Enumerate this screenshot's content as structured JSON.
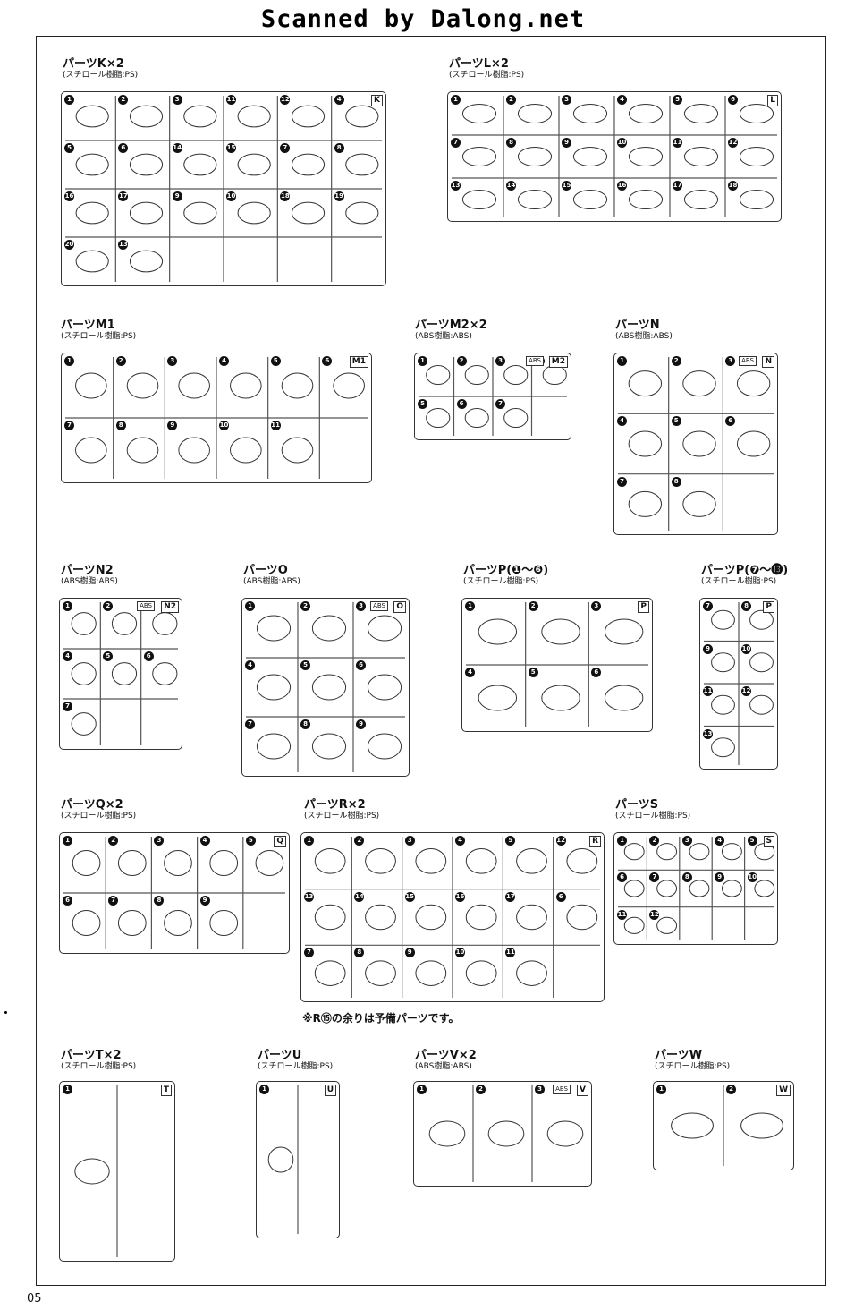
{
  "watermark": "Scanned by Dalong.net",
  "page_number": "05",
  "note": "※R⑮の余りは予備パーツです。",
  "sprues": [
    {
      "id": "K",
      "title": "パーツK×2",
      "material": "(スチロール樹脂:PS)",
      "letter": "K",
      "abs": "",
      "nums": [
        "1",
        "2",
        "3",
        "11",
        "12",
        "4",
        "5",
        "6",
        "14",
        "15",
        "7",
        "8",
        "16",
        "17",
        "9",
        "10",
        "18",
        "19",
        "20",
        "13"
      ]
    },
    {
      "id": "L",
      "title": "パーツL×2",
      "material": "(スチロール樹脂:PS)",
      "letter": "L",
      "abs": "",
      "nums": [
        "1",
        "2",
        "3",
        "4",
        "5",
        "6",
        "7",
        "8",
        "9",
        "10",
        "11",
        "12",
        "13",
        "14",
        "15",
        "16",
        "17",
        "18"
      ]
    },
    {
      "id": "M1",
      "title": "パーツM1",
      "material": "(スチロール樹脂:PS)",
      "letter": "M1",
      "abs": "",
      "nums": [
        "1",
        "2",
        "3",
        "4",
        "5",
        "6",
        "7",
        "8",
        "9",
        "10",
        "11"
      ]
    },
    {
      "id": "M2",
      "title": "パーツM2×2",
      "material": "(ABS樹脂:ABS)",
      "letter": "M2",
      "abs": "ABS",
      "nums": [
        "1",
        "2",
        "3",
        "4",
        "5",
        "6",
        "7"
      ]
    },
    {
      "id": "N",
      "title": "パーツN",
      "material": "(ABS樹脂:ABS)",
      "letter": "N",
      "abs": "ABS",
      "nums": [
        "1",
        "2",
        "3",
        "4",
        "5",
        "6",
        "7",
        "8"
      ]
    },
    {
      "id": "N2",
      "title": "パーツN2",
      "material": "(ABS樹脂:ABS)",
      "letter": "N2",
      "abs": "ABS",
      "nums": [
        "1",
        "2",
        "3",
        "4",
        "5",
        "6",
        "7"
      ]
    },
    {
      "id": "O",
      "title": "パーツO",
      "material": "(ABS樹脂:ABS)",
      "letter": "O",
      "abs": "ABS",
      "nums": [
        "1",
        "2",
        "3",
        "4",
        "5",
        "6",
        "7",
        "8",
        "9"
      ]
    },
    {
      "id": "P1",
      "title": "パーツP(❶〜❻)",
      "material": "(スチロール樹脂:PS)",
      "letter": "P",
      "abs": "",
      "nums": [
        "1",
        "2",
        "3",
        "4",
        "5",
        "6"
      ]
    },
    {
      "id": "P2",
      "title": "パーツP(❼〜⓭)",
      "material": "(スチロール樹脂:PS)",
      "letter": "P",
      "abs": "",
      "nums": [
        "7",
        "8",
        "9",
        "10",
        "11",
        "12",
        "13"
      ]
    },
    {
      "id": "Q",
      "title": "パーツQ×2",
      "material": "(スチロール樹脂:PS)",
      "letter": "Q",
      "abs": "",
      "nums": [
        "1",
        "2",
        "3",
        "4",
        "5",
        "6",
        "7",
        "8",
        "9"
      ]
    },
    {
      "id": "R",
      "title": "パーツR×2",
      "material": "(スチロール樹脂:PS)",
      "letter": "R",
      "abs": "",
      "nums": [
        "1",
        "2",
        "3",
        "4",
        "5",
        "12",
        "13",
        "14",
        "15",
        "16",
        "17",
        "6",
        "7",
        "8",
        "9",
        "10",
        "11"
      ]
    },
    {
      "id": "S",
      "title": "パーツS",
      "material": "(スチロール樹脂:PS)",
      "letter": "S",
      "abs": "",
      "nums": [
        "1",
        "2",
        "3",
        "4",
        "5",
        "6",
        "7",
        "8",
        "9",
        "10",
        "11",
        "12"
      ]
    },
    {
      "id": "T",
      "title": "パーツT×2",
      "material": "(スチロール樹脂:PS)",
      "letter": "T",
      "abs": "",
      "nums": [
        "1"
      ]
    },
    {
      "id": "U",
      "title": "パーツU",
      "material": "(スチロール樹脂:PS)",
      "letter": "U",
      "abs": "",
      "nums": [
        "1"
      ]
    },
    {
      "id": "V",
      "title": "パーツV×2",
      "material": "(ABS樹脂:ABS)",
      "letter": "V",
      "abs": "ABS",
      "nums": [
        "1",
        "2",
        "3"
      ]
    },
    {
      "id": "W",
      "title": "パーツW",
      "material": "(スチロール樹脂:PS)",
      "letter": "W",
      "abs": "",
      "nums": [
        "1",
        "2"
      ]
    }
  ]
}
